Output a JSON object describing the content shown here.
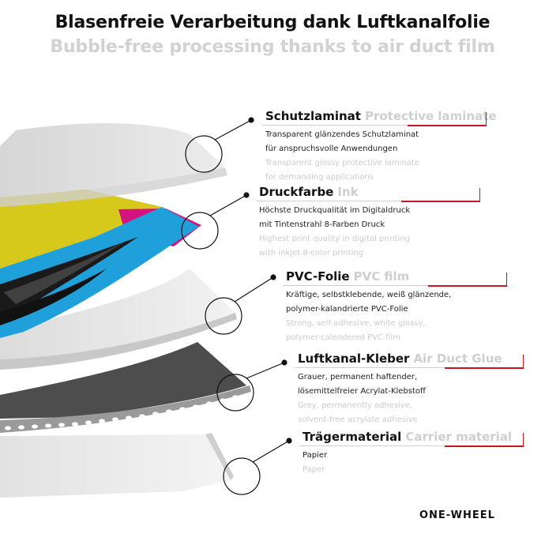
{
  "title": {
    "de": "Blasenfreie Verarbeitung dank Luftkanalfolie",
    "en": "Bubble-free processing thanks to air duct film"
  },
  "layers": [
    {
      "name_de": "Schutzlaminat",
      "name_en": "Protective laminate",
      "desc_de": [
        "Transparent glänzendes Schutzlaminat",
        "für anspruchsvolle Anwendungen"
      ],
      "desc_en": [
        "Transparent glossy protective laminate",
        "for demanding applications"
      ]
    },
    {
      "name_de": "Druckfarbe",
      "name_en": "Ink",
      "desc_de": [
        "Höchste Druckqualität im Digitaldruck",
        "mit Tintenstrahl 8-Farben Druck"
      ],
      "desc_en": [
        "Highest print quality in digital printing",
        "with inkjet 8-color printing"
      ]
    },
    {
      "name_de": "PVC-Folie",
      "name_en": "PVC film",
      "desc_de": [
        "Kräftige, selbstklebende, weiß glänzende,",
        "polymer-kalandrierte PVC-Folie"
      ],
      "desc_en": [
        "Strong, self-adhesive, white glossy,",
        "polymer-calendered PVC film"
      ]
    },
    {
      "name_de": "Luftkanal-Kleber",
      "name_en": "Air Duct Glue",
      "desc_de": [
        "Grauer, permanent haftender,",
        "lösemittelfreier Acrylat-Klebstoff"
      ],
      "desc_en": [
        "Grey, permanently adhesive,",
        "solvent-free acrylate adhesive"
      ]
    },
    {
      "name_de": "Trägermaterial",
      "name_en": "Carrier material",
      "desc_de": [
        "Papier"
      ],
      "desc_en": [
        "Paper"
      ]
    }
  ],
  "logo": "ONE-WHEEL",
  "colors": {
    "accent_red": "#c4161c",
    "yellow": "#d7c81c",
    "cyan": "#1fa0db",
    "magenta": "#d4137e",
    "black": "#1a1a1a",
    "glue_grey": "#4d4d4d"
  }
}
